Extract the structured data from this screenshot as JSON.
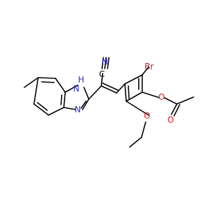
{
  "atom_labels": {
    "nitrogen_nitrile": "N",
    "nitrile_carbon": "C",
    "imidazole_nh": "H",
    "imidazole_nh_n": "N",
    "imidazole_n": "N",
    "bromine": "Br",
    "ester_oxygen": "O",
    "carbonyl_oxygen": "O",
    "ether_oxygen": "O"
  },
  "colors": {
    "bond": "#000000",
    "nitrogen": "#2a2ad6",
    "oxygen": "#e31a1a",
    "bromine": "#a52a2a",
    "carbon_label": "#000000"
  }
}
